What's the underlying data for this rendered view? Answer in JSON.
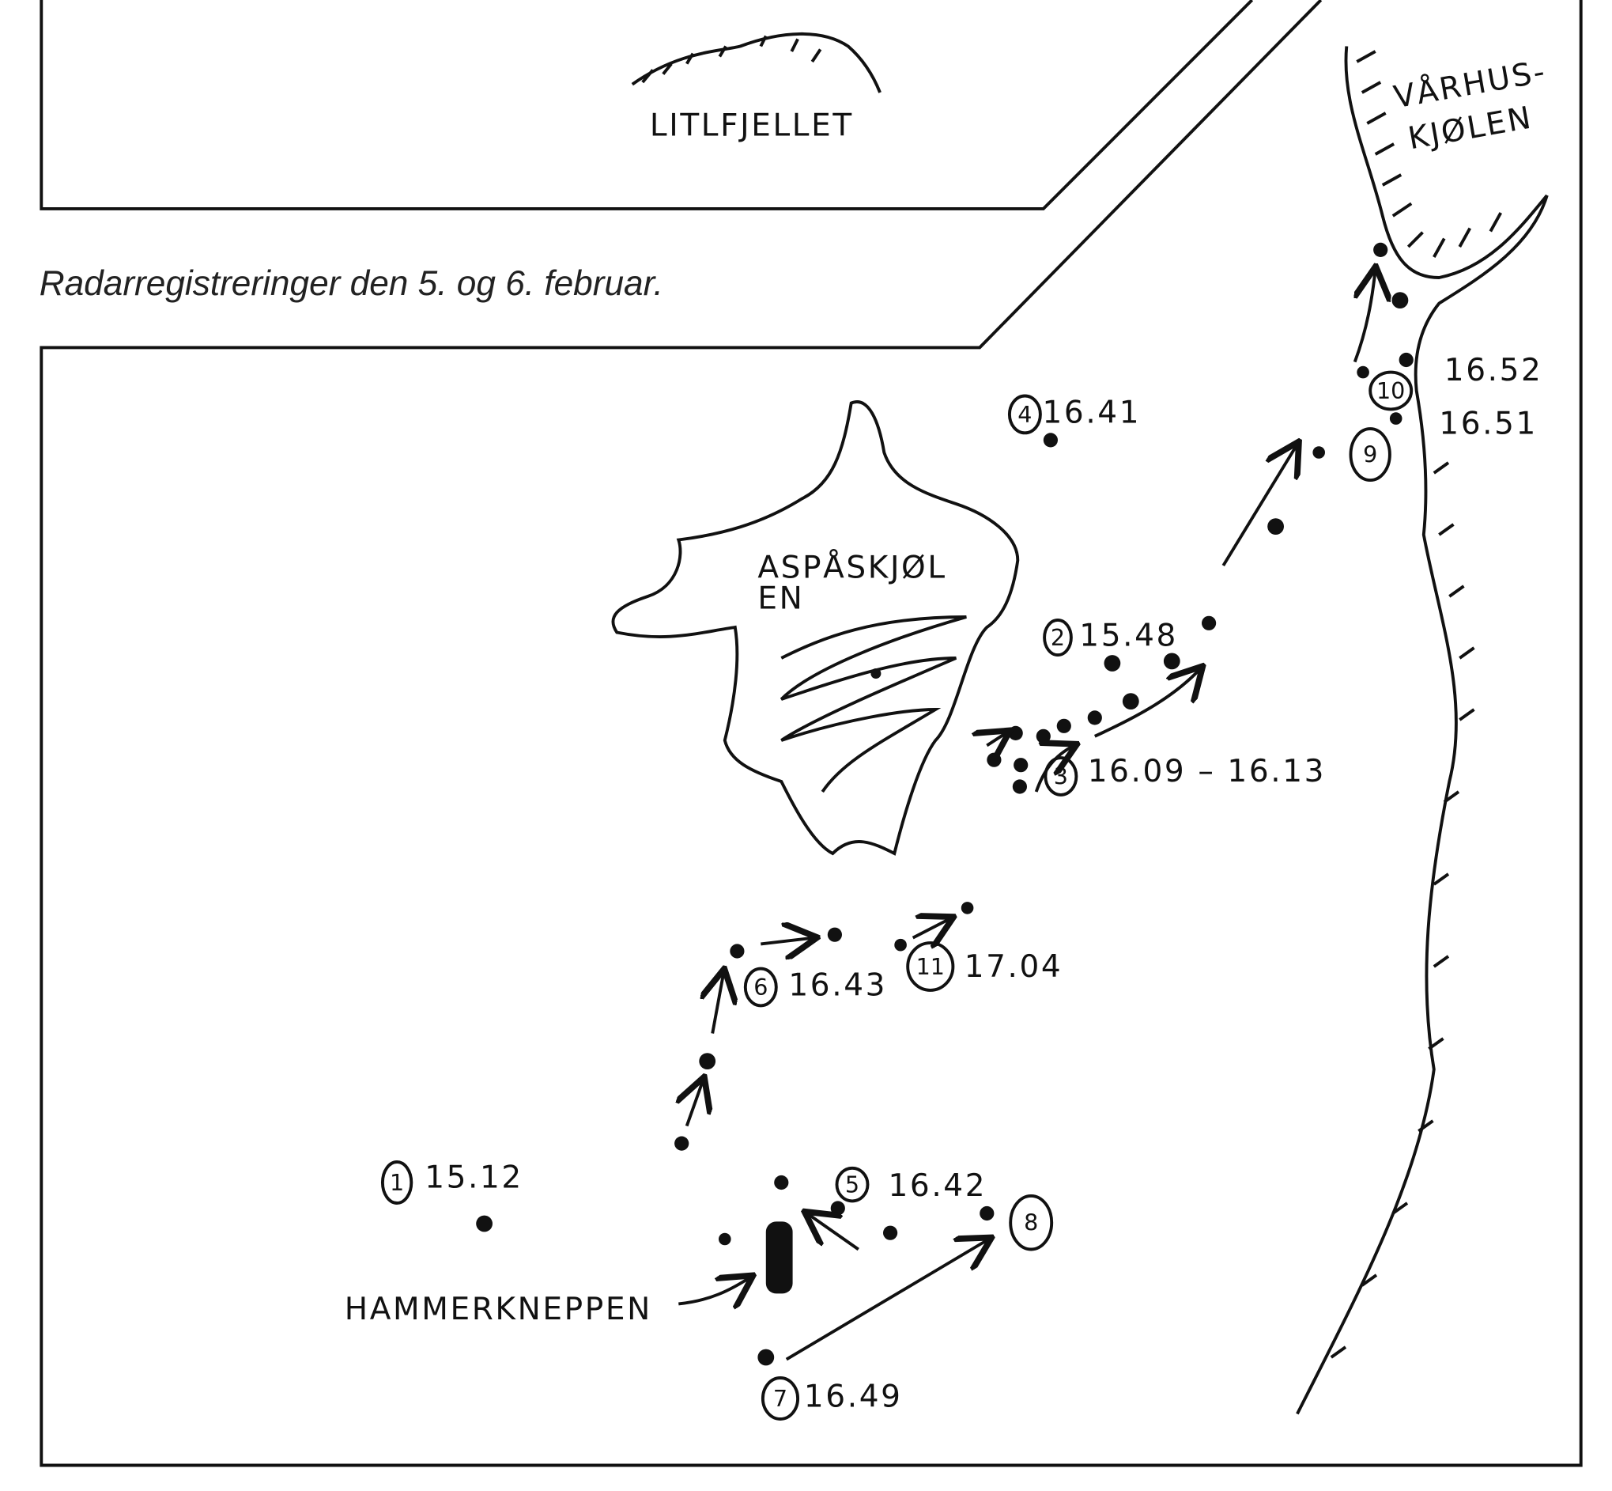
{
  "caption": "Radarregistreringer den 5. og 6. februar.",
  "places": {
    "litlfjellet": "LITLFJELLET",
    "varhuskjolen_1": "VÅRHUS-",
    "varhuskjolen_2": "KJØLEN",
    "aspaskjolen_1": "ASPÅSKJØL",
    "aspaskjolen_2": "EN",
    "hammerkneppen": "HAMMERKNEPPEN"
  },
  "observations": [
    {
      "n": "1",
      "time": "15.12"
    },
    {
      "n": "2",
      "time": "15.48"
    },
    {
      "n": "3",
      "time": "16.09 – 16.13"
    },
    {
      "n": "4",
      "time": "16.41"
    },
    {
      "n": "5",
      "time": "16.42"
    },
    {
      "n": "6",
      "time": "16.43"
    },
    {
      "n": "7",
      "time": "16.49"
    },
    {
      "n": "8",
      "time": ""
    },
    {
      "n": "9",
      "time": "16.51"
    },
    {
      "n": "10",
      "time": "16.52"
    },
    {
      "n": "11",
      "time": "17.04"
    }
  ]
}
